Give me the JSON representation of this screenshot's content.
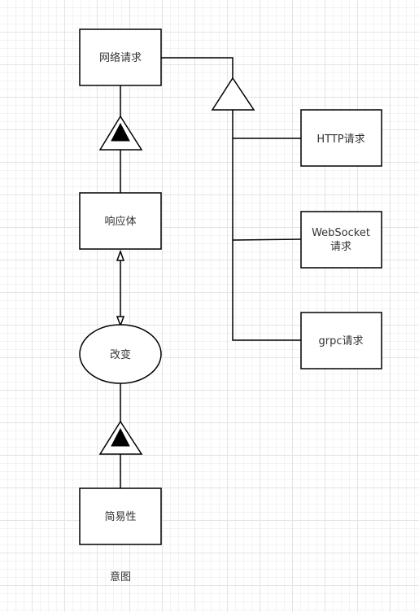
{
  "diagram": {
    "nodes": {
      "network_request": "网络请求",
      "response_body": "响应体",
      "change": "改变",
      "simplicity": "简易性",
      "http_request": "HTTP请求",
      "websocket_line1": "WebSocket",
      "websocket_line2": "请求",
      "grpc_request": "grpc请求"
    },
    "caption": "意图"
  }
}
